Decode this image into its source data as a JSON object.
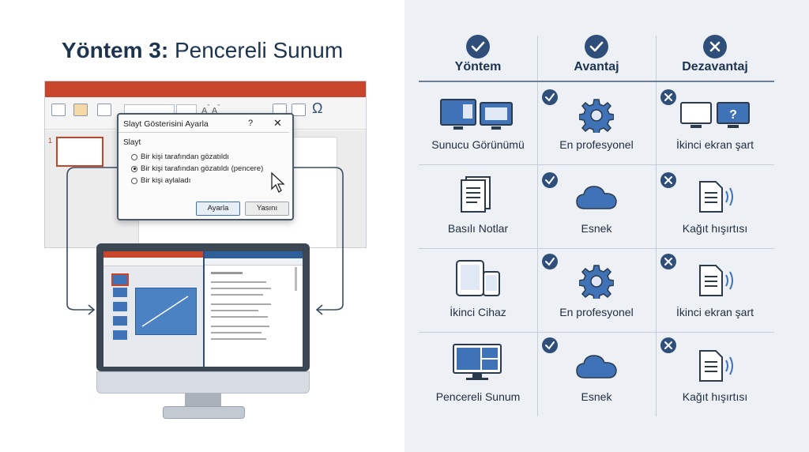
{
  "title": {
    "bold": "Yöntem 3:",
    "rest": " Pencereli Sunum"
  },
  "dialog": {
    "title": "Slayt Gösterisini Ayarla",
    "help": "?",
    "close": "✕",
    "group": "Slayt",
    "options": [
      "Bir kişi tarafından gözatıldı",
      "Bir kişi tarafından gözatıldı (pencere)",
      "Bir kişi aylaladı"
    ],
    "selected_index": 1,
    "ok_label": "Ayarla",
    "cancel_label": "Yasını"
  },
  "ppt": {
    "thumb_number": "1"
  },
  "table": {
    "headers": [
      "Yöntem",
      "Avantaj",
      "Dezavantaj"
    ],
    "rows": [
      {
        "method": "Sunucu Görünümü",
        "advantage": "En profesyonel",
        "disadvantage": "İkinci ekran şart"
      },
      {
        "method": "Basılı Notlar",
        "advantage": "Esnek",
        "disadvantage": "Kağıt hışırtısı"
      },
      {
        "method": "İkinci Cihaz",
        "advantage": "En profesyonel",
        "disadvantage": "İkinci ekran şart"
      },
      {
        "method": "Pencereli Sunum",
        "advantage": "Esnek",
        "disadvantage": "Kağıt hışırtısı"
      }
    ]
  },
  "colors": {
    "accent": "#2f4f7a",
    "ppt_red": "#c8442a",
    "table_bg": "#edf1f6"
  }
}
